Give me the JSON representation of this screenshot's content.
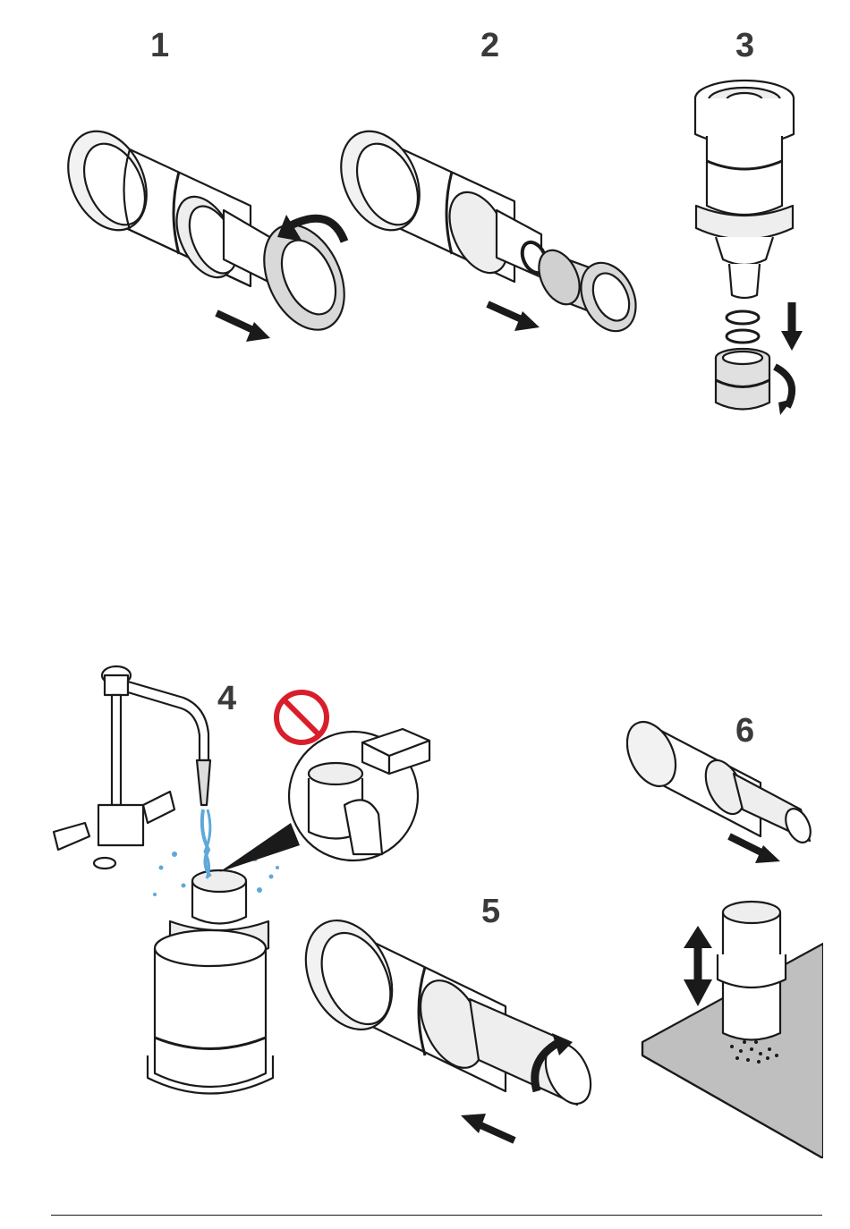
{
  "steps": [
    {
      "number": "1"
    },
    {
      "number": "2"
    },
    {
      "number": "3"
    },
    {
      "number": "4"
    },
    {
      "number": "5"
    },
    {
      "number": "6"
    }
  ],
  "colors": {
    "stroke": "#1a1a1a",
    "fill_light": "#ffffff",
    "fill_shade": "#e6e6e6",
    "fill_mid": "#cfcfcf",
    "arrow": "#1a1a1a",
    "water": "#5fa8d9",
    "prohibition": "#d81e2a",
    "surface": "#bfbfbf"
  }
}
